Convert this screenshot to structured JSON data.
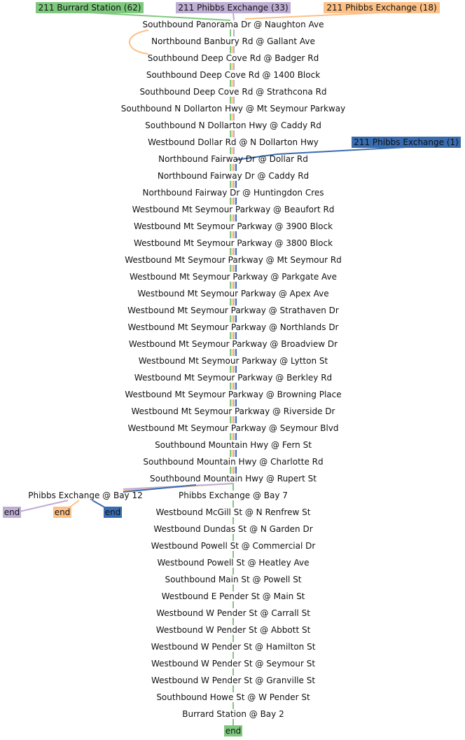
{
  "colors": {
    "green": "#7fc97f",
    "purple": "#beaed4",
    "orange": "#fdc086",
    "blue": "#386cb0"
  },
  "routes": [
    {
      "name": "211 Burrard Station (62)",
      "color": "green"
    },
    {
      "name": "211 Phibbs Exchange (33)",
      "color": "purple"
    },
    {
      "name": "211 Phibbs Exchange (18)",
      "color": "orange"
    },
    {
      "name": "211 Phibbs Exchange (1)",
      "color": "blue"
    }
  ],
  "end_label": "end",
  "stops": [
    "Southbound Panorama Dr @ Naughton Ave",
    "Northbound Banbury Rd @ Gallant Ave",
    "Southbound Deep Cove Rd @ Badger Rd",
    "Southbound Deep Cove Rd @ 1400 Block",
    "Southbound Deep Cove Rd @ Strathcona Rd",
    "Southbound N Dollarton Hwy @ Mt Seymour Parkway",
    "Southbound N Dollarton Hwy @ Caddy Rd",
    "Westbound Dollar Rd @ N Dollarton Hwy",
    "Northbound Fairway Dr @ Dollar Rd",
    "Northbound Fairway Dr @ Caddy Rd",
    "Northbound Fairway Dr @ Huntingdon Cres",
    "Westbound Mt Seymour Parkway @ Beaufort Rd",
    "Westbound Mt Seymour Parkway @ 3900 Block",
    "Westbound Mt Seymour Parkway @ 3800 Block",
    "Westbound Mt Seymour Parkway @ Mt Seymour Rd",
    "Westbound Mt Seymour Parkway @ Parkgate Ave",
    "Westbound Mt Seymour Parkway @ Apex Ave",
    "Westbound Mt Seymour Parkway @ Strathaven Dr",
    "Westbound Mt Seymour Parkway @ Northlands Dr",
    "Westbound Mt Seymour Parkway @ Broadview Dr",
    "Westbound Mt Seymour Parkway @ Lytton St",
    "Westbound Mt Seymour Parkway @ Berkley Rd",
    "Westbound Mt Seymour Parkway @ Browning Place",
    "Westbound Mt Seymour Parkway @ Riverside Dr",
    "Westbound Mt Seymour Parkway @ Seymour Blvd",
    "Southbound Mountain Hwy @ Fern St",
    "Southbound Mountain Hwy @ Charlotte Rd",
    "Southbound Mountain Hwy @ Rupert St",
    "Phibbs Exchange @ Bay 7",
    "Westbound McGill St @ N Renfrew St",
    "Westbound Dundas St @ N Garden Dr",
    "Westbound Powell St @ Commercial Dr",
    "Westbound Powell St @ Heatley Ave",
    "Southbound Main St @ Powell St",
    "Westbound E Pender St @ Main St",
    "Westbound W Pender St @ Carrall St",
    "Westbound W Pender St @ Abbott St",
    "Westbound W Pender St @ Hamilton St",
    "Westbound W Pender St @ Seymour St",
    "Westbound W Pender St @ Granville St",
    "Southbound Howe St @ W Pender St",
    "Burrard Station @ Bay 2"
  ],
  "side_stop": "Phibbs Exchange @ Bay 12"
}
